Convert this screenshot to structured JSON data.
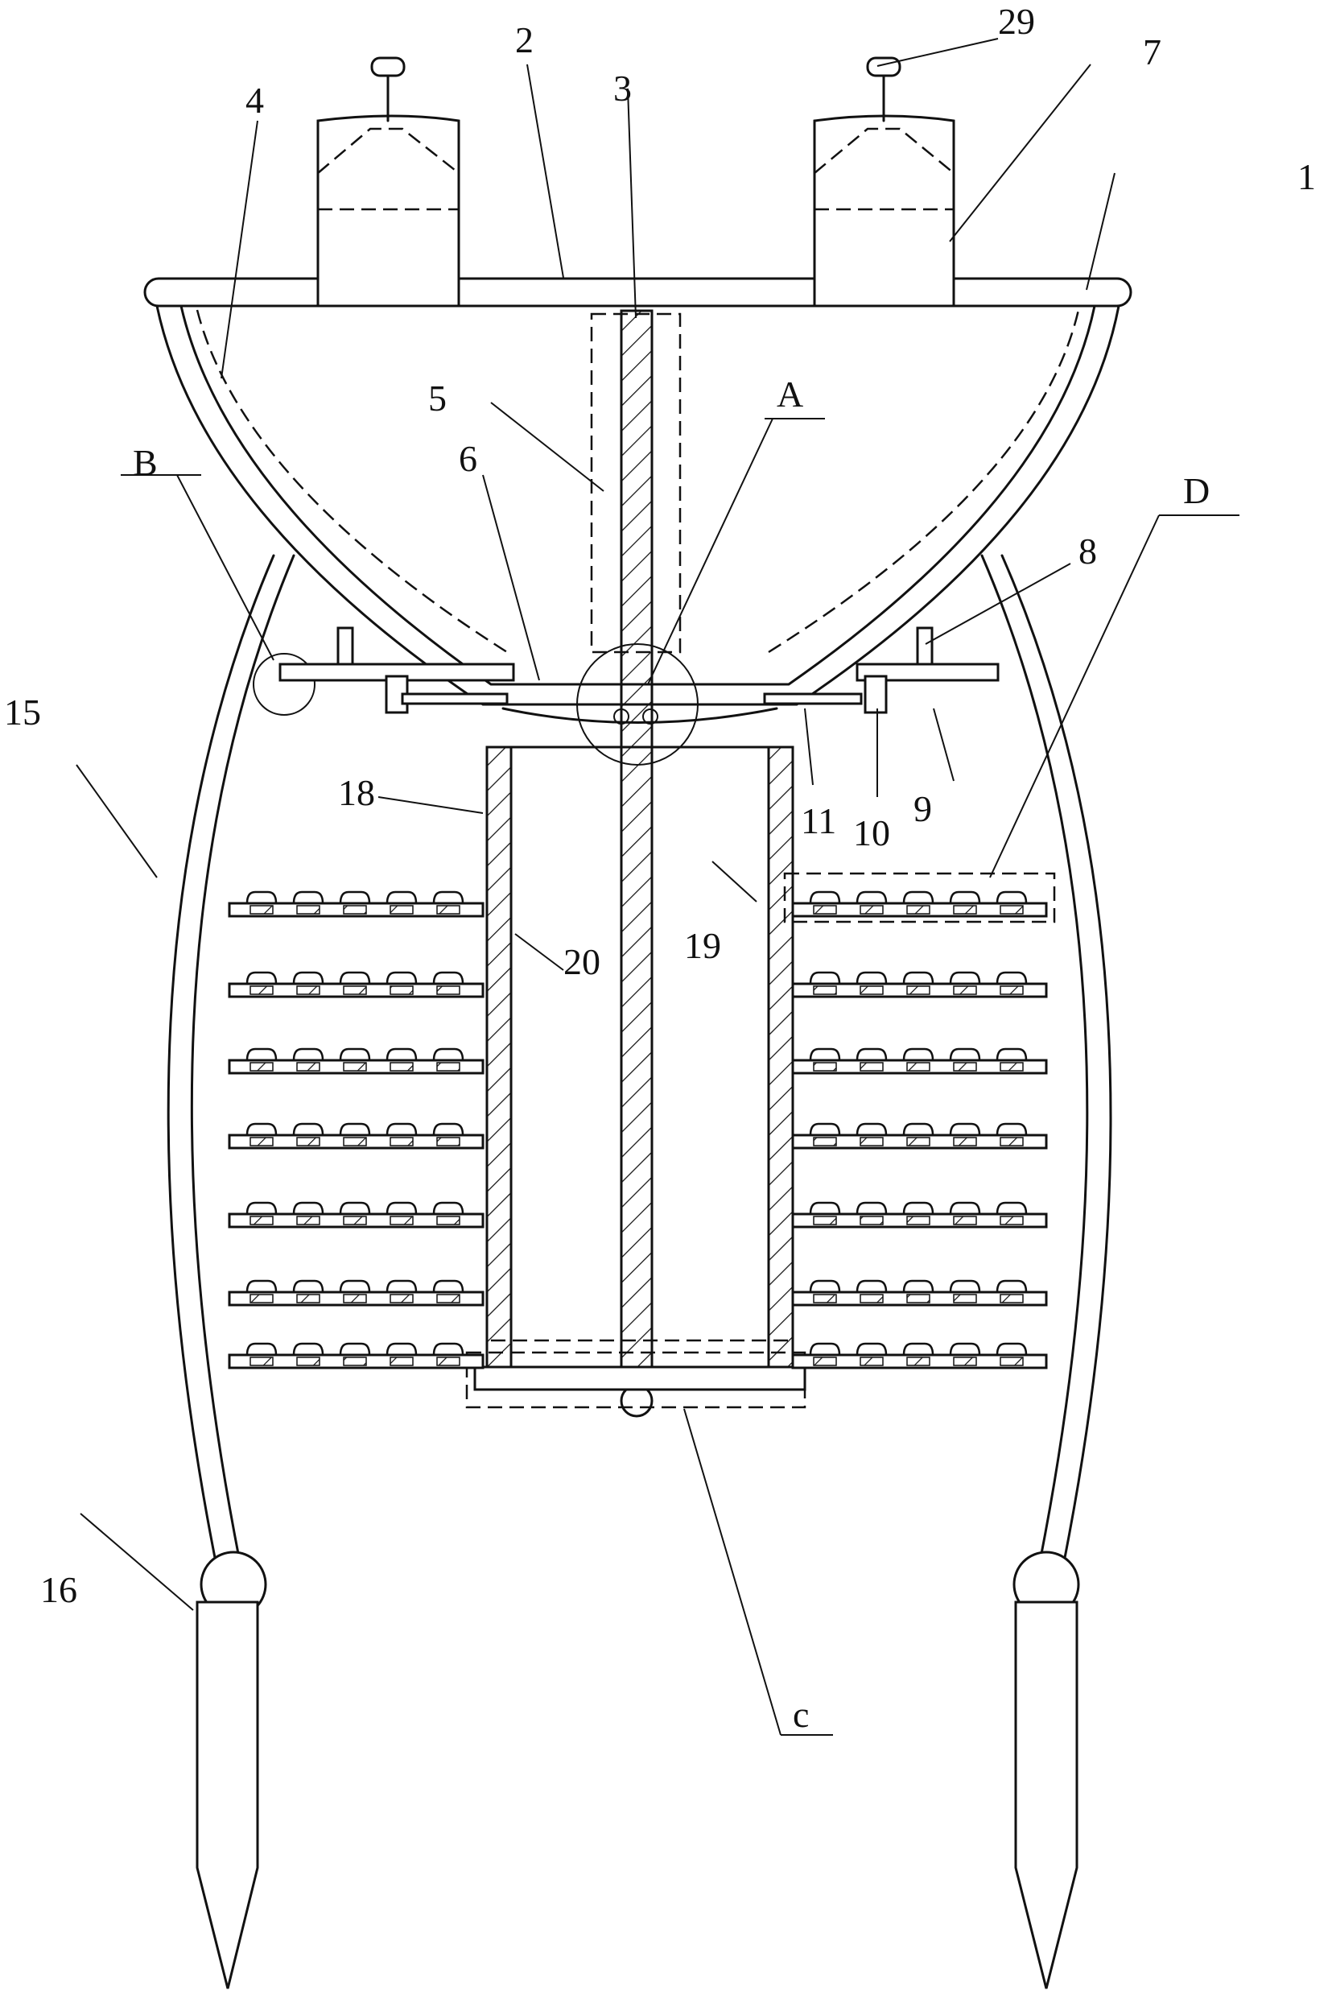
{
  "labels": {
    "l1": "1",
    "l2": "2",
    "l3": "3",
    "l4": "4",
    "l5": "5",
    "l6": "6",
    "l7": "7",
    "l8": "8",
    "l9": "9",
    "l10": "10",
    "l11": "11",
    "l15": "15",
    "l16": "16",
    "l18": "18",
    "l19": "19",
    "l20": "20",
    "l29": "29",
    "lA": "A",
    "lB": "B",
    "lC": "c",
    "lD": "D"
  }
}
